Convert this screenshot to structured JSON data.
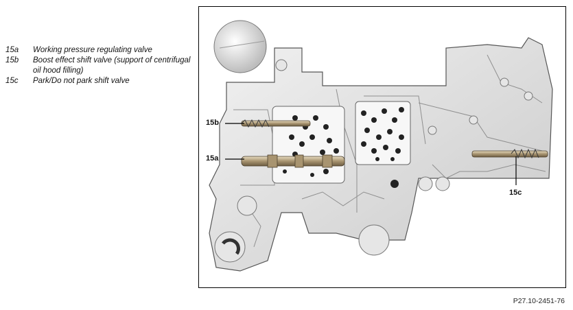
{
  "legend": {
    "items": [
      {
        "key": "15a",
        "text": "Working pressure regulating valve"
      },
      {
        "key": "15b",
        "text": "Boost effect shift valve (support of centrifugal oil hood filling)"
      },
      {
        "key": "15c",
        "text": "Park/Do not park shift valve"
      }
    ]
  },
  "figure": {
    "callouts": {
      "a": "15a",
      "b": "15b",
      "c": "15c"
    },
    "reference": "P27.10-2451-76"
  }
}
